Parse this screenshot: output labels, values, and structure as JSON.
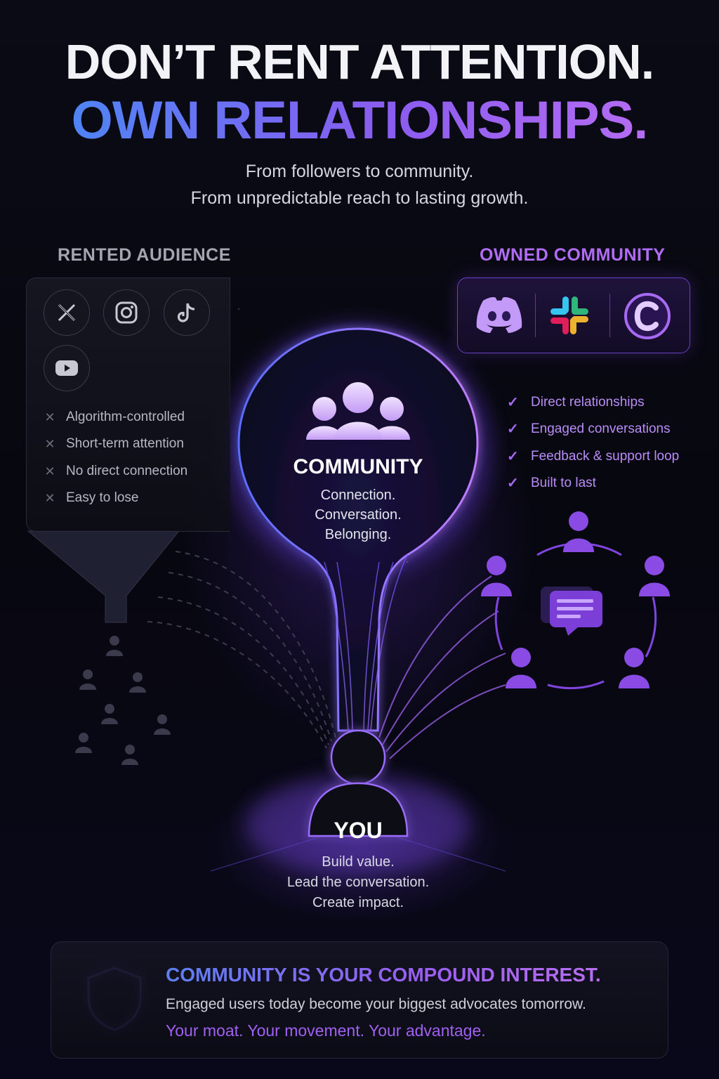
{
  "hero": {
    "line1": "DON’T RENT ATTENTION.",
    "line2": "OWN RELATIONSHIPS.",
    "subtitle_line1": "From followers to community.",
    "subtitle_line2": "From unpredictable reach to lasting growth."
  },
  "rented": {
    "label": "RENTED AUDIENCE",
    "icons": [
      "x-icon",
      "instagram-icon",
      "tiktok-icon",
      "youtube-icon"
    ],
    "items": [
      "Algorithm-controlled",
      "Short-term attention",
      "No direct connection",
      "Easy to lose"
    ]
  },
  "owned": {
    "label": "OWNED COMMUNITY",
    "icons": [
      "discord-icon",
      "slack-icon",
      "c-logo-icon"
    ],
    "items": [
      "Direct relationships",
      "Engaged conversations",
      "Feedback & support loop",
      "Built to last"
    ]
  },
  "community": {
    "title": "COMMUNITY",
    "lines": [
      "Connection.",
      "Conversation.",
      "Belonging."
    ]
  },
  "you": {
    "title": "YOU",
    "lines": [
      "Build value.",
      "Lead the conversation.",
      "Create impact."
    ]
  },
  "footer": {
    "title": "COMMUNITY IS YOUR COMPOUND INTEREST.",
    "body": "Engaged users today become your biggest advocates tomorrow.",
    "tagline": "Your moat. Your movement. Your advantage."
  },
  "colors": {
    "accent_purple": "#a569f4",
    "accent_blue": "#4f84f5",
    "background": "#07070f"
  }
}
